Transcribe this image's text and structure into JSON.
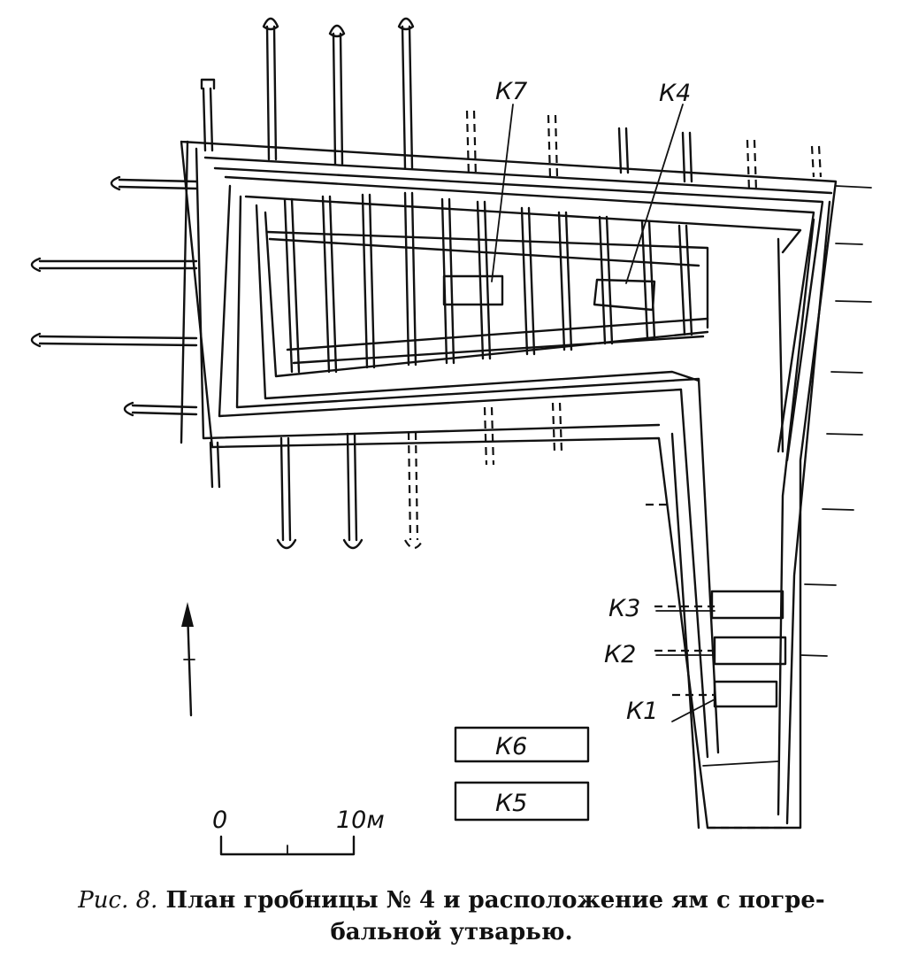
{
  "labels": {
    "k7": "К7",
    "k4": "К4",
    "k3": "К3",
    "k2": "К2",
    "k1": "К1",
    "k6": "К6",
    "k5": "К5"
  },
  "scale": {
    "zero": "0",
    "ten": "10м"
  },
  "caption": {
    "fig": "Рис. 8.",
    "line1": "План гробницы № 4 и расположение ям с погре-",
    "line2": "бальной утварью."
  },
  "icons": {
    "north_arrow": "north-arrow-icon"
  }
}
